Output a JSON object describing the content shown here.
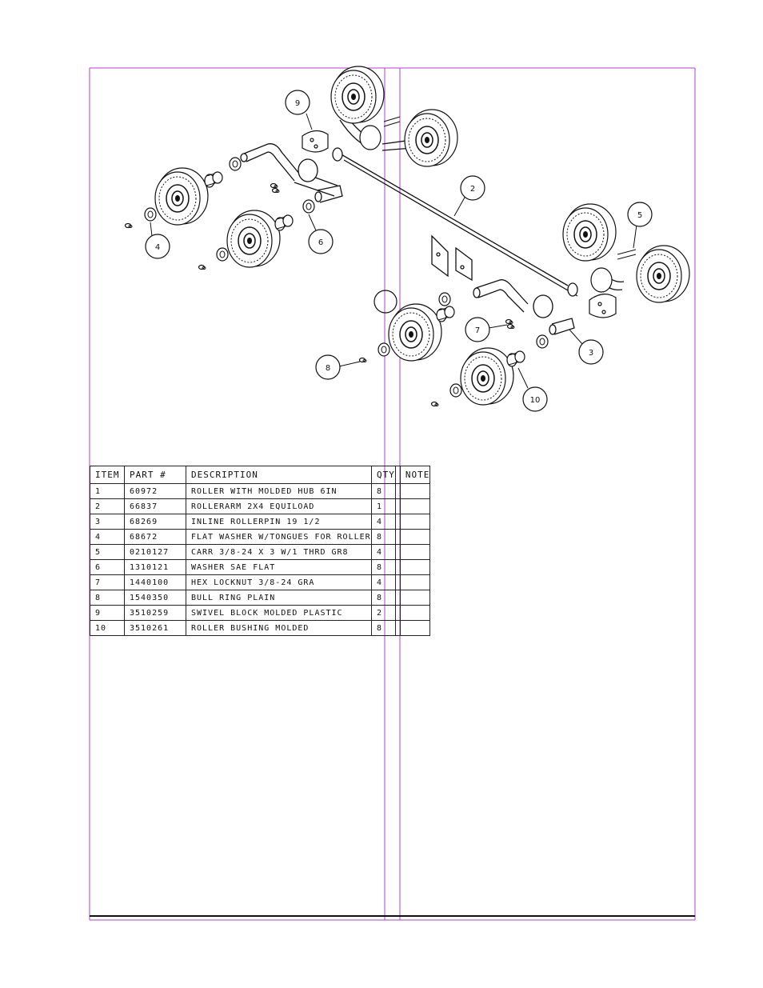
{
  "parts_table": {
    "headers": {
      "item": "ITEM",
      "part": "PART #",
      "description": "DESCRIPTION",
      "qty": "QTY",
      "note": "NOTE"
    },
    "rows": [
      {
        "item": "1",
        "part": "60972",
        "description": "ROLLER WITH MOLDED HUB  6IN",
        "qty": "8",
        "note": ""
      },
      {
        "item": "2",
        "part": "66837",
        "description": "ROLLERARM  2X4 EQUILOAD",
        "qty": "1",
        "note": ""
      },
      {
        "item": "3",
        "part": "68269",
        "description": "INLINE ROLLERPIN 19 1/2",
        "qty": "4",
        "note": ""
      },
      {
        "item": "4",
        "part": "68672",
        "description": "FLAT WASHER W/TONGUES FOR ROLLER",
        "qty": "8",
        "note": ""
      },
      {
        "item": "5",
        "part": "0210127",
        "description": "CARR 3/8-24 X 3 W/1 THRD GR8",
        "qty": "4",
        "note": ""
      },
      {
        "item": "6",
        "part": "1310121",
        "description": "WASHER SAE FLAT",
        "qty": "8",
        "note": ""
      },
      {
        "item": "7",
        "part": "1440100",
        "description": "HEX LOCKNUT 3/8-24 GRA",
        "qty": "4",
        "note": ""
      },
      {
        "item": "8",
        "part": "1540350",
        "description": "BULL RING PLAIN",
        "qty": "8",
        "note": ""
      },
      {
        "item": "9",
        "part": "3510259",
        "description": "SWIVEL BLOCK MOLDED PLASTIC",
        "qty": "2",
        "note": ""
      },
      {
        "item": "10",
        "part": "3510261",
        "description": "ROLLER BUSHING MOLDED",
        "qty": "8",
        "note": ""
      }
    ]
  },
  "callouts": [
    "9",
    "2",
    "5",
    "4",
    "6",
    "7",
    "3",
    "8",
    "10",
    ""
  ],
  "colors": {
    "frame_line": "#b040d0",
    "ink": "#111111"
  }
}
